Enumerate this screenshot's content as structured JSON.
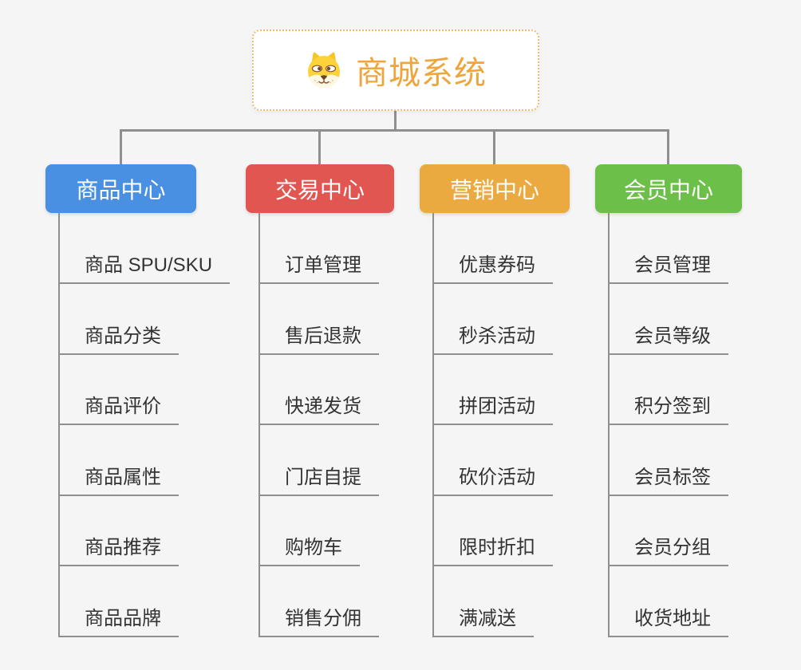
{
  "root": {
    "title": "商城系统",
    "icon": "dog-face-icon",
    "title_color": "#f0a53c",
    "border_color": "#f2bc6e"
  },
  "colors": {
    "background": "#f5f5f6",
    "connector": "#8f8f8f",
    "leaf_text": "#333333",
    "root_background": "#ffffff"
  },
  "branches": [
    {
      "label": "商品中心",
      "color": "#4a90e2",
      "items": [
        "商品 SPU/SKU",
        "商品分类",
        "商品评价",
        "商品属性",
        "商品推荐",
        "商品品牌"
      ]
    },
    {
      "label": "交易中心",
      "color": "#e25652",
      "items": [
        "订单管理",
        "售后退款",
        "快递发货",
        "门店自提",
        "购物车",
        "销售分佣"
      ]
    },
    {
      "label": "营销中心",
      "color": "#ebaa3f",
      "items": [
        "优惠券码",
        "秒杀活动",
        "拼团活动",
        "砍价活动",
        "限时折扣",
        "满减送"
      ]
    },
    {
      "label": "会员中心",
      "color": "#6cc04a",
      "items": [
        "会员管理",
        "会员等级",
        "积分签到",
        "会员标签",
        "会员分组",
        "收货地址"
      ]
    }
  ]
}
